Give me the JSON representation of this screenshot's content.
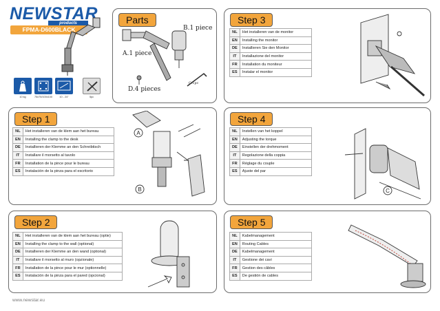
{
  "brand": {
    "name": "NEWSTAR",
    "sub": "products",
    "model": "FPMA-D600BLACK",
    "accent": "#f2a53c",
    "blue": "#1b5aa8"
  },
  "specs": [
    {
      "icon": "weight-icon",
      "label": "10 kg"
    },
    {
      "icon": "vesa-icon",
      "label": "75x75/100x100"
    },
    {
      "icon": "screen-size-icon",
      "label": "10 - 24\""
    },
    {
      "icon": "tools-icon",
      "label": "5pc"
    }
  ],
  "footer": {
    "url": "www.newstar.eu"
  },
  "parts": {
    "title": "Parts",
    "labels": {
      "a": "A.1 piece",
      "b": "B.1 piece",
      "c": "C.1pc",
      "d": "D.4 pieces"
    }
  },
  "step1": {
    "title": "Step 1",
    "rows": [
      {
        "code": "NL",
        "text": "Het installeren van de klem aan het bureau"
      },
      {
        "code": "EN",
        "text": "Installing the clamp to the desk"
      },
      {
        "code": "DE",
        "text": "Installieren der Klemme an den Schreibtisch"
      },
      {
        "code": "IT",
        "text": "Installare il morsetto al tavolo"
      },
      {
        "code": "FR",
        "text": "Installation de la pince pour le bureau"
      },
      {
        "code": "ES",
        "text": "Instalación de la pinza para el escritorio"
      }
    ],
    "callouts": {
      "a": "A",
      "b": "B"
    }
  },
  "step2": {
    "title": "Step 2",
    "rows": [
      {
        "code": "NL",
        "text": "Het installeren van de klem aan het bureau (optie)"
      },
      {
        "code": "EN",
        "text": "Installing the clamp to the wall (optional)"
      },
      {
        "code": "DE",
        "text": "Installieren der Klemme an den wand (optional)"
      },
      {
        "code": "IT",
        "text": "Installare il morsetto al muro (opzionale)"
      },
      {
        "code": "FR",
        "text": "Installation de la pince pour le mur (optionnelle)"
      },
      {
        "code": "ES",
        "text": "Instalación de la pinza para el pared (opcional)"
      }
    ]
  },
  "step3": {
    "title": "Step 3",
    "rows": [
      {
        "code": "NL",
        "text": "Het installeren van de monitor"
      },
      {
        "code": "EN",
        "text": "Installing the monitor"
      },
      {
        "code": "DE",
        "text": "Installieren Sie den Monitor"
      },
      {
        "code": "IT",
        "text": "Installazione del monitor"
      },
      {
        "code": "FR",
        "text": "Installation du moniteur"
      },
      {
        "code": "ES",
        "text": "Instalar el monitor"
      }
    ]
  },
  "step4": {
    "title": "Step 4",
    "rows": [
      {
        "code": "NL",
        "text": "Instellen van het koppel"
      },
      {
        "code": "EN",
        "text": "Adjusting the torque"
      },
      {
        "code": "DE",
        "text": "Einstellen der drehmoment"
      },
      {
        "code": "IT",
        "text": "Regolazione della coppia"
      },
      {
        "code": "FR",
        "text": "Réglage du couple"
      },
      {
        "code": "ES",
        "text": "Ajuste del par"
      }
    ],
    "callouts": {
      "c": "C"
    }
  },
  "step5": {
    "title": "Step 5",
    "rows": [
      {
        "code": "NL",
        "text": "Kabelmanagement"
      },
      {
        "code": "EN",
        "text": "Routing Cables"
      },
      {
        "code": "DE",
        "text": "Kabelmanagement"
      },
      {
        "code": "IT",
        "text": "Gestione dei cavi"
      },
      {
        "code": "FR",
        "text": "Gestion des câbles"
      },
      {
        "code": "ES",
        "text": "De gestión de cables"
      }
    ]
  }
}
